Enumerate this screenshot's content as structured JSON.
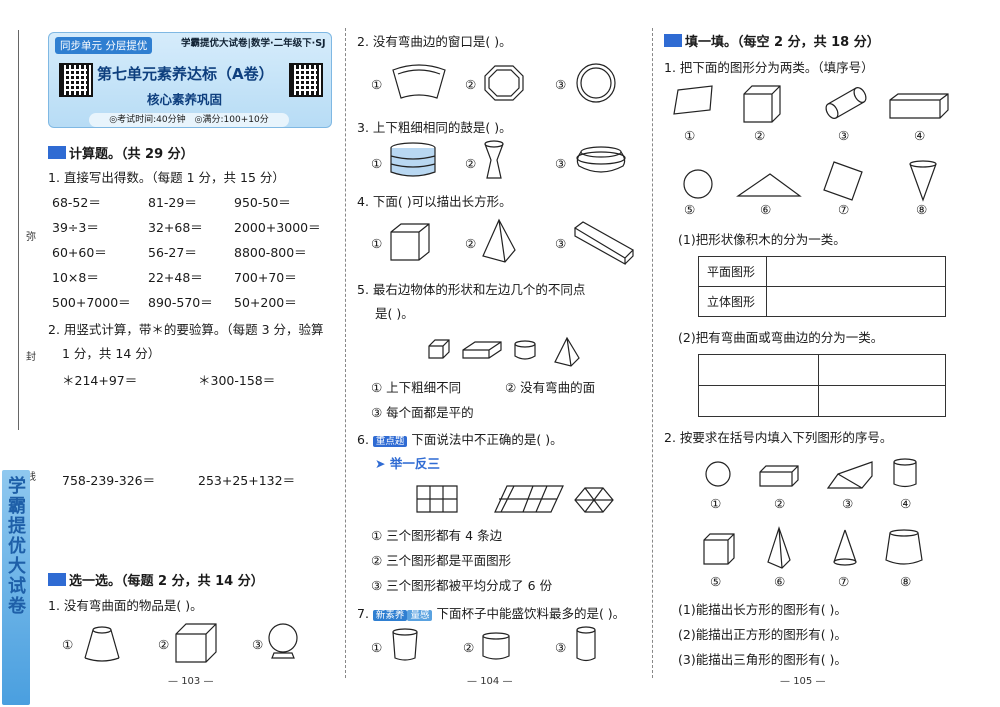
{
  "strip": {
    "chars": [
      "弥",
      "封",
      "线"
    ],
    "brand": "学霸提优大试卷"
  },
  "header": {
    "tag": "同步单元 分层提优",
    "series": "学霸提优大试卷|数学·二年级下·SJ",
    "title": "第七单元素养达标（A卷）",
    "subtitle": "核心素养巩固",
    "time": "◎考试时间:40分钟",
    "score": "◎满分:100+10分"
  },
  "section1": {
    "title": "计算题。（共 29 分）",
    "q1": "1. 直接写出得数。（每题 1 分，共 15 分）",
    "mental": [
      [
        "68-52＝",
        "81-29＝",
        "950-50＝"
      ],
      [
        "39÷3＝",
        "32+68＝",
        "2000+3000＝"
      ],
      [
        "60+60＝",
        "56-27＝",
        "8800-800＝"
      ],
      [
        "10×8＝",
        "22+48＝",
        "700+70＝"
      ],
      [
        "500+7000＝",
        "890-570＝",
        "50+200＝"
      ]
    ],
    "q2a": "2. 用竖式计算，带＊的要验算。（每题 3 分，验算",
    "q2b": "1 分，共 14 分）",
    "written": [
      "＊214+97＝",
      "＊300-158＝",
      "758-239-326＝",
      "253+25+132＝"
    ]
  },
  "section2": {
    "title": "选一选。（每题 2 分，共 14 分）",
    "q1": "1. 没有弯曲面的物品是(      )。",
    "q2": "2. 没有弯曲边的窗口是(      )。",
    "q3": "3. 上下粗细相同的鼓是(      )。",
    "q4": "4. 下面(      )可以描出长方形。",
    "q5a": "5. 最右边物体的形状和左边几个的不同点",
    "q5b": "是(      )。",
    "q5opts": [
      "① 上下粗细不同",
      "② 没有弯曲的面",
      "③ 每个面都是平的"
    ],
    "q6": "下面说法中不正确的是(      )。",
    "q6tag": "重点题",
    "q6sub": "举一反三",
    "q6opts": [
      "① 三个图形都有 4 条边",
      "② 三个图形都是平面图形",
      "③ 三个图形都被平均分成了 6 份"
    ],
    "q7": "下面杯子中能盛饮料最多的是(      )。",
    "q7tag1": "新素养",
    "q7tag2": "量感",
    "num6": "6.",
    "num7": "7.",
    "opt": [
      "①",
      "②",
      "③",
      "④",
      "⑤",
      "⑥",
      "⑦",
      "⑧"
    ]
  },
  "section3": {
    "title": "填一填。（每空 2 分，共 18 分）",
    "q1": "1. 把下面的图形分为两类。（填序号）",
    "q1a": "(1)把形状像积木的分为一类。",
    "row1": "平面图形",
    "row2": "立体图形",
    "q1b": "(2)把有弯曲面或弯曲边的分为一类。",
    "q2": "2. 按要求在括号内填入下列图形的序号。",
    "q2a": "(1)能描出长方形的图形有(       )。",
    "q2b": "(2)能描出正方形的图形有(       )。",
    "q2c": "(3)能描出三角形的图形有(          )。"
  },
  "pages": [
    "103",
    "104",
    "105"
  ],
  "colors": {
    "accent": "#2f6bd3",
    "header_bg": "#b7dcf5"
  }
}
